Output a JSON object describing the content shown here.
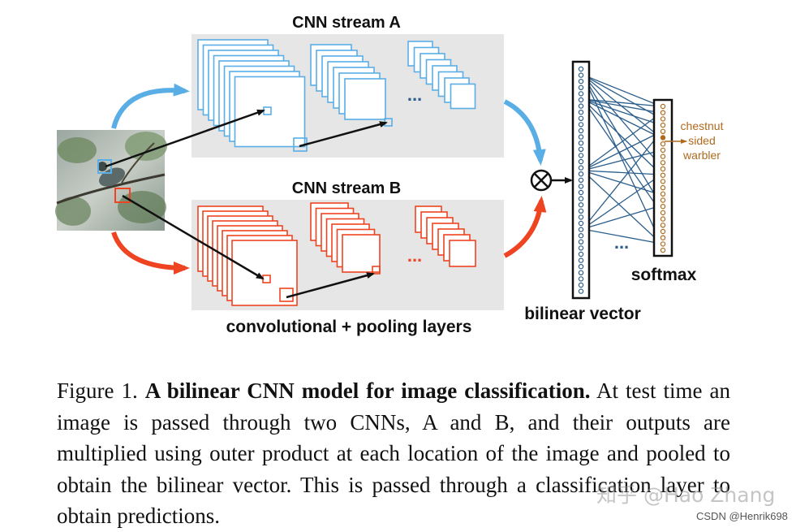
{
  "diagram": {
    "stream_a_label": "CNN stream A",
    "stream_b_label": "CNN stream B",
    "layers_label": "convolutional + pooling layers",
    "ellipsis": "...",
    "vector_ellipsis": "...",
    "operator_symbol": "⊗",
    "bilinear_label": "bilinear vector",
    "softmax_label": "softmax",
    "output_label_lines": [
      "chestnut",
      "sided",
      "warbler"
    ],
    "colors": {
      "stream_a": "#5aaee6",
      "stream_b": "#ee4422",
      "panel_bg": "#e6e6e6",
      "connection": "#2b5e8c",
      "output": "#b06a1e"
    }
  },
  "caption": {
    "prefix": "Figure 1.",
    "bold": "A bilinear CNN model for image classification.",
    "body": "At test time an image is passed through two CNNs, A and B, and their outputs are multiplied using outer product at each location of the image and pooled to obtain the bilinear vector. This is passed through a classification layer to obtain predictions."
  },
  "watermark": {
    "main": "知乎 @Hao Zhang",
    "sub": "CSDN @Henrik698"
  }
}
